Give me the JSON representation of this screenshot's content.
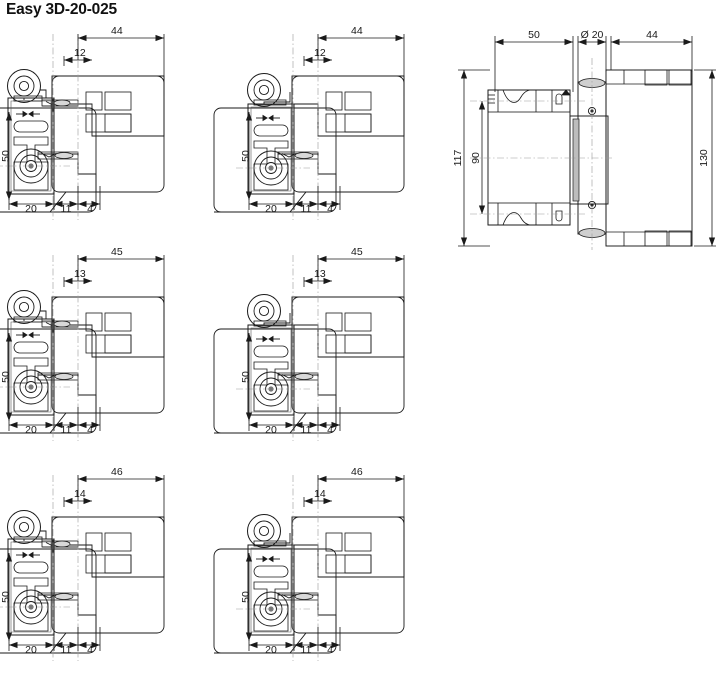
{
  "title": "Easy 3D-20-025",
  "drawing": {
    "type": "technical-drawing",
    "subject": "door hinge cross-sections and side elevation",
    "units": "mm",
    "sections": [
      {
        "id": "variant-1",
        "row": 1,
        "column": 1,
        "dims": {
          "overall_top": "44",
          "offset_top": "12",
          "height_left": "50",
          "base_a": "20",
          "base_b": "11",
          "base_c": "4"
        }
      },
      {
        "id": "variant-2",
        "row": 1,
        "column": 2,
        "dims": {
          "overall_top": "44",
          "offset_top": "12",
          "height_left": "50",
          "base_a": "20",
          "base_b": "11",
          "base_c": "4"
        }
      },
      {
        "id": "variant-3",
        "row": 2,
        "column": 1,
        "dims": {
          "overall_top": "45",
          "offset_top": "13",
          "height_left": "50",
          "base_a": "20",
          "base_b": "11",
          "base_c": "4"
        }
      },
      {
        "id": "variant-4",
        "row": 2,
        "column": 2,
        "dims": {
          "overall_top": "45",
          "offset_top": "13",
          "height_left": "50",
          "base_a": "20",
          "base_b": "11",
          "base_c": "4"
        }
      },
      {
        "id": "variant-5",
        "row": 3,
        "column": 1,
        "dims": {
          "overall_top": "46",
          "offset_top": "14",
          "height_left": "50",
          "base_a": "20",
          "base_b": "11",
          "base_c": "4"
        }
      },
      {
        "id": "variant-6",
        "row": 3,
        "column": 2,
        "dims": {
          "overall_top": "46",
          "offset_top": "14",
          "height_left": "50",
          "base_a": "20",
          "base_b": "11",
          "base_c": "4"
        }
      }
    ],
    "elevation": {
      "id": "side-elevation",
      "dims": {
        "width_left": "50",
        "diameter": "Ø 20",
        "width_right": "44",
        "height_outer": "117",
        "height_inner": "90",
        "height_right": "130"
      }
    }
  },
  "colors": {
    "line": "#1a1a1a",
    "thin": "#555555",
    "center": "#999999",
    "background": "#ffffff"
  }
}
